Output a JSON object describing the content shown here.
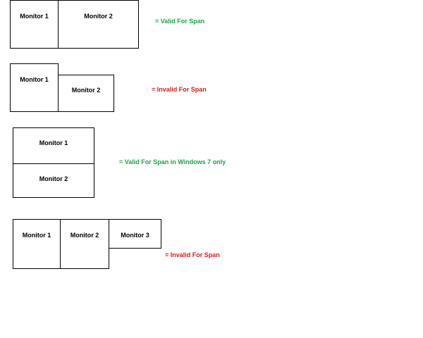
{
  "legend_colors": {
    "valid": "#1aa34a",
    "invalid": "#e0181f"
  },
  "arrangements": [
    {
      "monitors": [
        "Monitor 1",
        "Monitor 2"
      ],
      "note": "= Valid For Span",
      "status": "valid"
    },
    {
      "monitors": [
        "Monitor 1",
        "Monitor 2"
      ],
      "note": "= Invalid For Span",
      "status": "invalid"
    },
    {
      "monitors": [
        "Monitor 1",
        "Monitor 2"
      ],
      "note": "= Valid For Span in Windows 7 only",
      "status": "valid"
    },
    {
      "monitors": [
        "Monitor 1",
        "Monitor 2",
        "Monitor 3"
      ],
      "note": "= Invalid For Span",
      "status": "invalid"
    }
  ]
}
